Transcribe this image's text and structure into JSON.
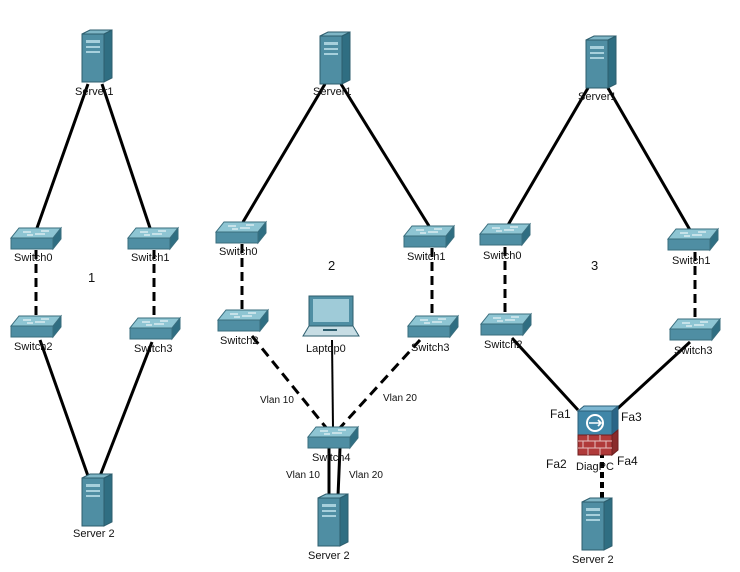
{
  "diagrams": [
    {
      "number": "1",
      "devices": {
        "server_top": "Server1",
        "switch_tl": "Switch0",
        "switch_tr": "Switch1",
        "switch_bl": "Switch2",
        "switch_br": "Switch3",
        "server_bottom": "Server 2"
      }
    },
    {
      "number": "2",
      "devices": {
        "server_top": "Server1",
        "switch_tl": "Switch0",
        "switch_tr": "Switch1",
        "switch_bl": "Switch2",
        "switch_br": "Switch3",
        "laptop": "Laptop0",
        "switch_hub": "Switch4",
        "server_bottom": "Server 2"
      },
      "link_labels": {
        "left_upper": "Vlan 10",
        "right_upper": "Vlan 20",
        "left_lower": "Vlan 10",
        "right_lower": "Vlan 20"
      }
    },
    {
      "number": "3",
      "devices": {
        "server_top": "Server1",
        "switch_tl": "Switch0",
        "switch_tr": "Switch1",
        "switch_bl": "Switch2",
        "switch_br": "Switch3",
        "firewall": "DiagPC",
        "server_bottom": "Server 2"
      },
      "port_labels": {
        "fa1": "Fa1",
        "fa2": "Fa2",
        "fa3": "Fa3",
        "fa4": "Fa4"
      }
    }
  ],
  "icons": {
    "server": "server-icon",
    "switch": "switch-icon",
    "laptop": "laptop-icon",
    "firewall": "firewall-icon"
  }
}
